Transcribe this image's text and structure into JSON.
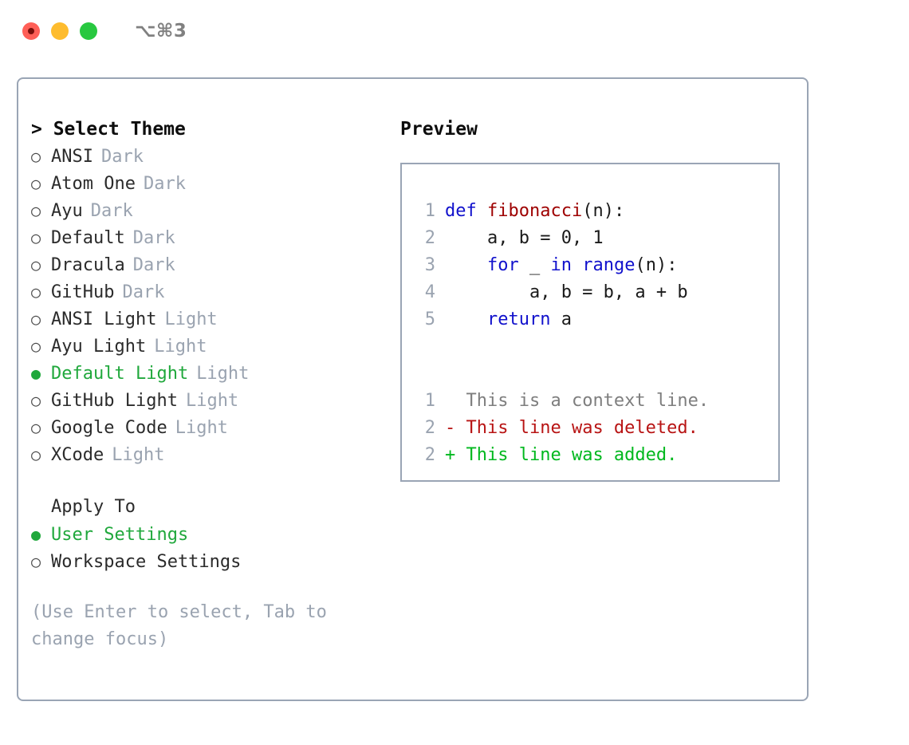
{
  "titlebar": {
    "shortcut": "⌥⌘3",
    "buttons": [
      {
        "name": "close",
        "color": "#ff5f57"
      },
      {
        "name": "minimize",
        "color": "#febc2e"
      },
      {
        "name": "maximize",
        "color": "#28c840"
      }
    ]
  },
  "theme_picker": {
    "heading": "> Select Theme",
    "items": [
      {
        "bullet": "○",
        "name": "ANSI",
        "tag": "Dark",
        "selected": false
      },
      {
        "bullet": "○",
        "name": "Atom One",
        "tag": "Dark",
        "selected": false
      },
      {
        "bullet": "○",
        "name": "Ayu",
        "tag": "Dark",
        "selected": false
      },
      {
        "bullet": "○",
        "name": "Default",
        "tag": "Dark",
        "selected": false
      },
      {
        "bullet": "○",
        "name": "Dracula",
        "tag": "Dark",
        "selected": false
      },
      {
        "bullet": "○",
        "name": "GitHub",
        "tag": "Dark",
        "selected": false
      },
      {
        "bullet": "○",
        "name": "ANSI Light",
        "tag": "Light",
        "selected": false
      },
      {
        "bullet": "○",
        "name": "Ayu Light",
        "tag": "Light",
        "selected": false
      },
      {
        "bullet": "●",
        "name": "Default Light",
        "tag": "Light",
        "selected": true
      },
      {
        "bullet": "○",
        "name": "GitHub Light",
        "tag": "Light",
        "selected": false
      },
      {
        "bullet": "○",
        "name": "Google Code",
        "tag": "Light",
        "selected": false
      },
      {
        "bullet": "○",
        "name": "XCode",
        "tag": "Light",
        "selected": false
      }
    ]
  },
  "apply_to": {
    "heading": "Apply To",
    "options": [
      {
        "bullet": "●",
        "label": "User Settings",
        "selected": true
      },
      {
        "bullet": "○",
        "label": "Workspace Settings",
        "selected": false
      }
    ]
  },
  "hint": "(Use Enter to select, Tab to change focus)",
  "preview": {
    "heading": "Preview",
    "code_lines": [
      {
        "no": "1",
        "segments": [
          {
            "t": "def ",
            "c": "kw"
          },
          {
            "t": "fibonacci",
            "c": "fn"
          },
          {
            "t": "(n):",
            "c": ""
          }
        ]
      },
      {
        "no": "2",
        "segments": [
          {
            "t": "    a, b = 0, 1",
            "c": ""
          }
        ]
      },
      {
        "no": "3",
        "segments": [
          {
            "t": "    ",
            "c": ""
          },
          {
            "t": "for",
            "c": "kw"
          },
          {
            "t": " _ ",
            "c": ""
          },
          {
            "t": "in",
            "c": "kw"
          },
          {
            "t": " ",
            "c": ""
          },
          {
            "t": "range",
            "c": "kw"
          },
          {
            "t": "(n):",
            "c": ""
          }
        ]
      },
      {
        "no": "4",
        "segments": [
          {
            "t": "        a, b = b, a + b",
            "c": ""
          }
        ]
      },
      {
        "no": "5",
        "segments": [
          {
            "t": "    ",
            "c": ""
          },
          {
            "t": "return",
            "c": "kw"
          },
          {
            "t": " a",
            "c": ""
          }
        ]
      }
    ],
    "diff_lines": [
      {
        "no": "1",
        "marker": "  ",
        "text": "This is a context line.",
        "kind": "ctx"
      },
      {
        "no": "2",
        "marker": "- ",
        "text": "This line was deleted.",
        "kind": "del"
      },
      {
        "no": "2",
        "marker": "+ ",
        "text": "This line was added.",
        "kind": "add"
      }
    ]
  },
  "colors": {
    "selected_green": "#20a83c",
    "muted_gray": "#9aa3b0",
    "border": "#9aa5b5",
    "keyword_blue": "#1111cc",
    "function_red": "#9e0000",
    "diff_delete": "#b81414",
    "diff_add": "#00b81e"
  }
}
